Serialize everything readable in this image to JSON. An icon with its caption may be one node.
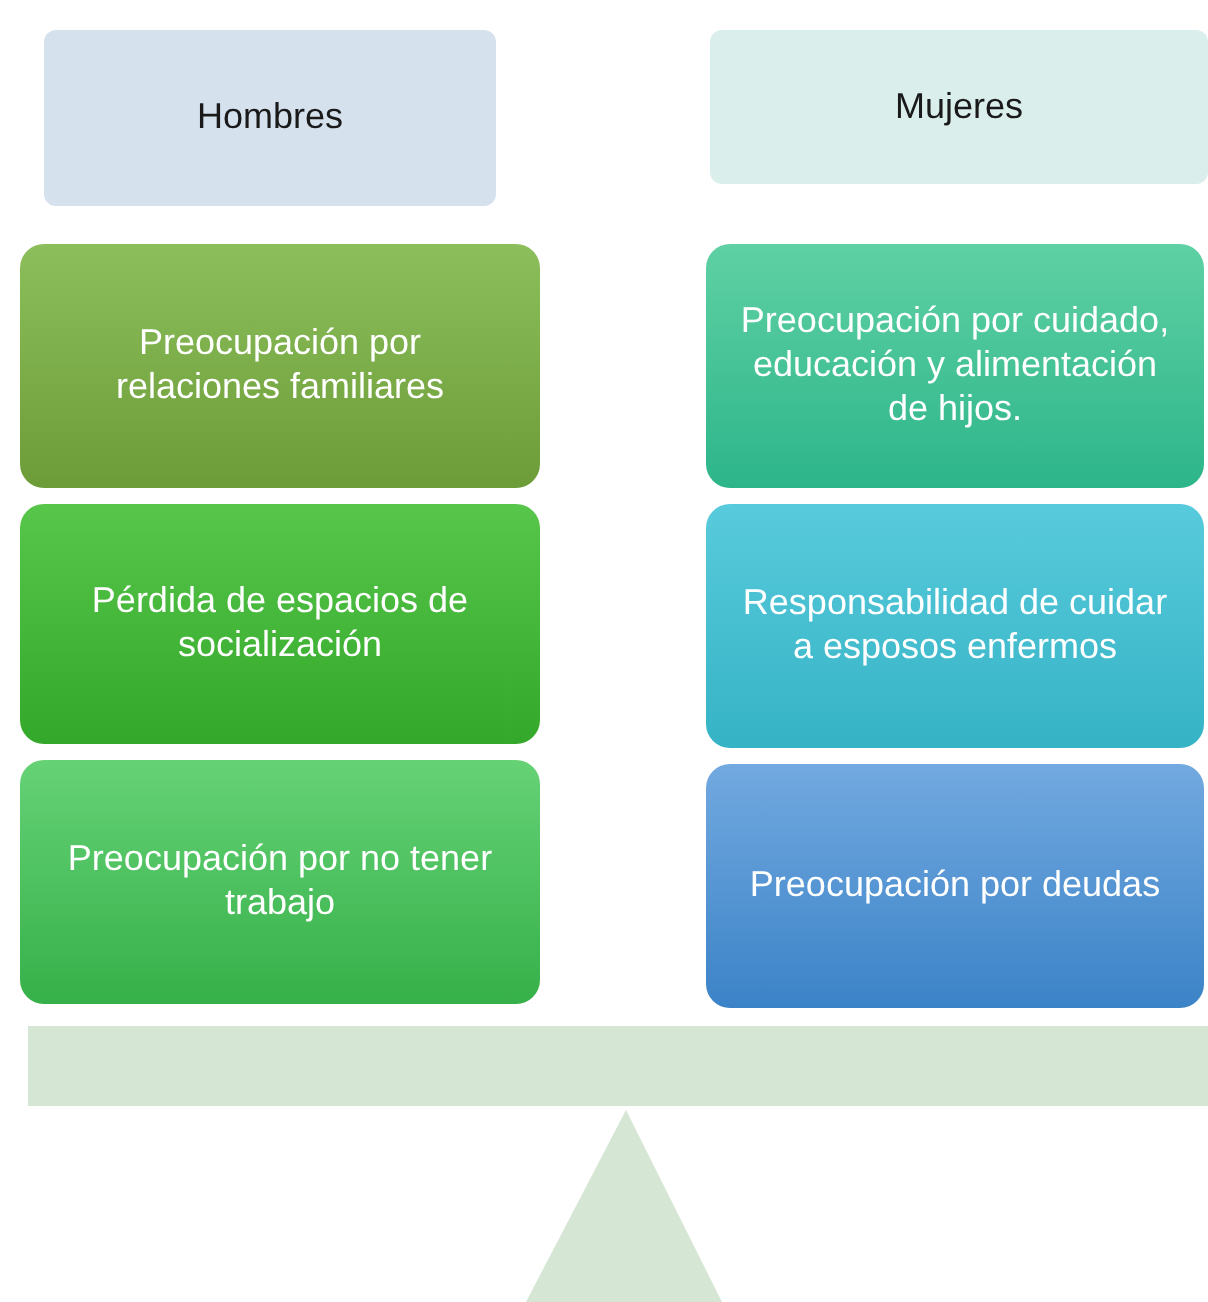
{
  "diagram": {
    "nodes": [
      {
        "text": [
          "Hombres"
        ]
      },
      {
        "text": [
          "Mujeres"
        ]
      },
      {
        "text": [
          "Preocupación por relaciones familiares"
        ]
      },
      {
        "text": [
          "Preocupación por cuidado, educación y alimentación de hijos."
        ]
      },
      {
        "text": [
          "Pérdida de espacios de socialización"
        ]
      },
      {
        "text": [
          "Responsabilidad de cuidar a esposos enfermos"
        ]
      },
      {
        "text": [
          "Preocupación por no tener trabajo"
        ]
      },
      {
        "text": [
          "Preocupación por deudas"
        ]
      }
    ]
  }
}
